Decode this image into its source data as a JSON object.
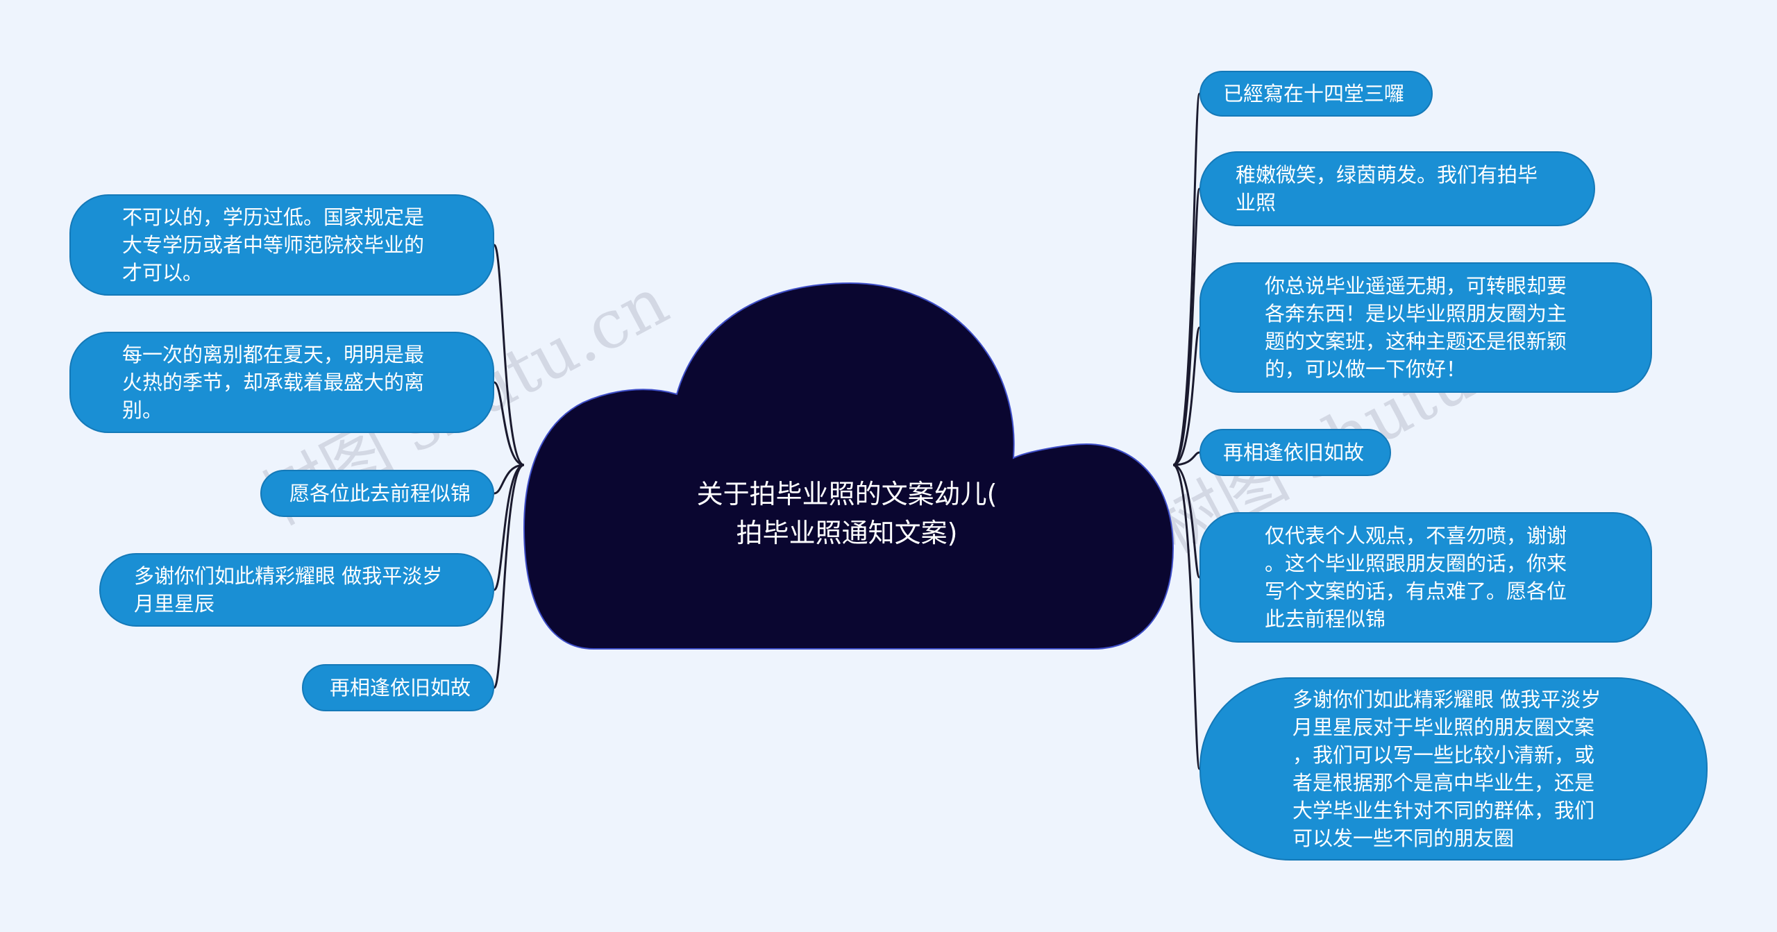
{
  "center": {
    "title_line1": "关于拍毕业照的文案幼儿(",
    "title_line2": "拍毕业照通知文案)"
  },
  "left_nodes": [
    {
      "id": "l1",
      "text": "不可以的，学历过低。国家规定是\n大专学历或者中等师范院校毕业的\n才可以。"
    },
    {
      "id": "l2",
      "text": "每一次的离别都在夏天，明明是最\n火热的季节，却承载着最盛大的离\n别。"
    },
    {
      "id": "l3",
      "text": "愿各位此去前程似锦"
    },
    {
      "id": "l4",
      "text": "多谢你们如此精彩耀眼 做我平淡岁\n月里星辰"
    },
    {
      "id": "l5",
      "text": "再相逢依旧如故"
    }
  ],
  "right_nodes": [
    {
      "id": "r1",
      "text": "已經寫在十四堂三囉"
    },
    {
      "id": "r2",
      "text": "稚嫩微笑，绿茵萌发。我们有拍毕\n业照"
    },
    {
      "id": "r3",
      "text": "你总说毕业遥遥无期，可转眼却要\n各奔东西！是以毕业照朋友圈为主\n题的文案班，这种主题还是很新颖\n的，可以做一下你好！"
    },
    {
      "id": "r4",
      "text": "再相逢依旧如故"
    },
    {
      "id": "r5",
      "text": "仅代表个人观点，不喜勿喷，谢谢\n。这个毕业照跟朋友圈的话，你来\n写个文案的话，有点难了。愿各位\n此去前程似锦"
    },
    {
      "id": "r6",
      "text": "多谢你们如此精彩耀眼 做我平淡岁\n月里星辰对于毕业照的朋友圈文案\n，我们可以写一些比较小清新，或\n者是根据那个是高中毕业生，还是\n大学毕业生针对不同的群体，我们\n可以发一些不同的朋友圈"
    }
  ],
  "watermarks": [
    "树图 shutu.cn",
    "树图 shutu.cn"
  ],
  "colors": {
    "background": "#eef4fd",
    "cloud_fill": "#0a0630",
    "node_fill": "#1a8fd4",
    "connector": "#1a1a2e"
  }
}
